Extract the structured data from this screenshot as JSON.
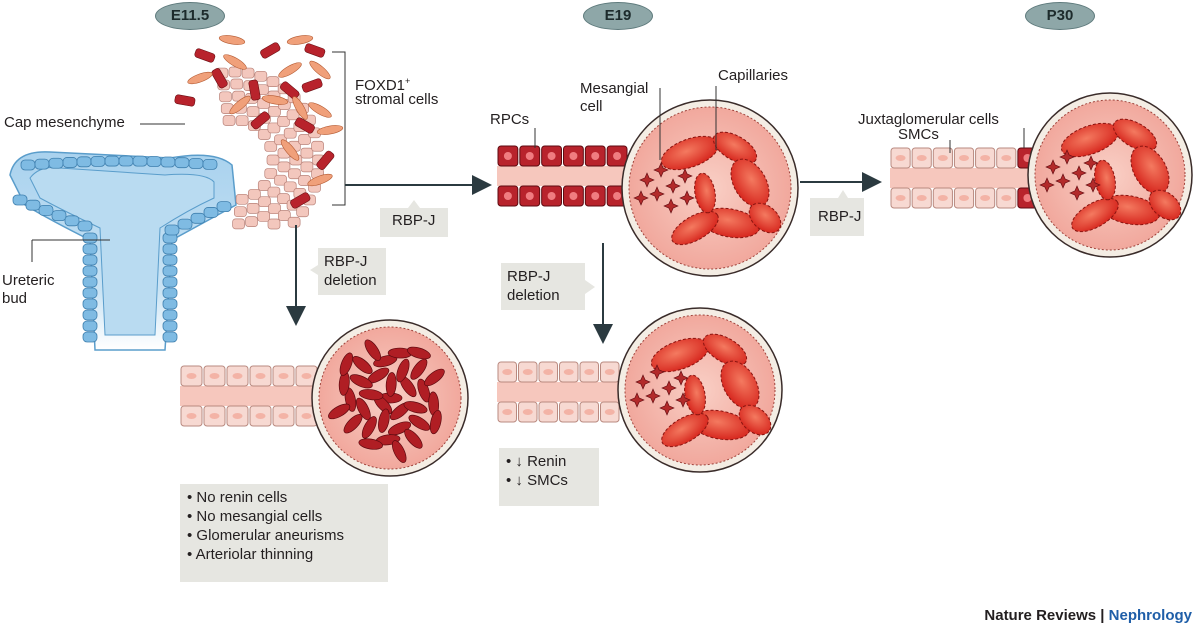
{
  "stages": {
    "s1": "E11.5",
    "s2": "E19",
    "s3": "P30"
  },
  "labels": {
    "foxd1_line1": "FOXD1",
    "foxd1_sup": "+",
    "foxd1_line2": "stromal cells",
    "cap_mesenchyme": "Cap mesenchyme",
    "ureteric_line1": "Ureteric",
    "ureteric_line2": "bud",
    "rpcs": "RPCs",
    "mesangial_line1": "Mesangial",
    "mesangial_line2": "cell",
    "capillaries": "Capillaries",
    "juxtaglomerular": "Juxtaglomerular cells",
    "smcs": "SMCs"
  },
  "arrows": {
    "rbpj_a": "RBP-J",
    "rbpj_b": "RBP-J",
    "deletion_a_line1": "RBP-J",
    "deletion_a_line2": "deletion",
    "deletion_b_line1": "RBP-J",
    "deletion_b_line2": "deletion"
  },
  "outcomes": {
    "left": [
      "No renin cells",
      "No mesangial cells",
      "Glomerular aneurisms",
      "Arteriolar thinning"
    ],
    "middle": [
      "↓ Renin",
      "↓ SMCs"
    ]
  },
  "branding": {
    "journal": "Nature Reviews",
    "separator": " | ",
    "section": "Nephrology"
  },
  "colors": {
    "renin_cell": "#b8232c",
    "smc": "#f7d9d2",
    "ureteric_bud": "#8fc4e6",
    "capillary": "#e8403a",
    "glomerulus": "#f3b2a8",
    "arrow": "#2b3a40"
  }
}
